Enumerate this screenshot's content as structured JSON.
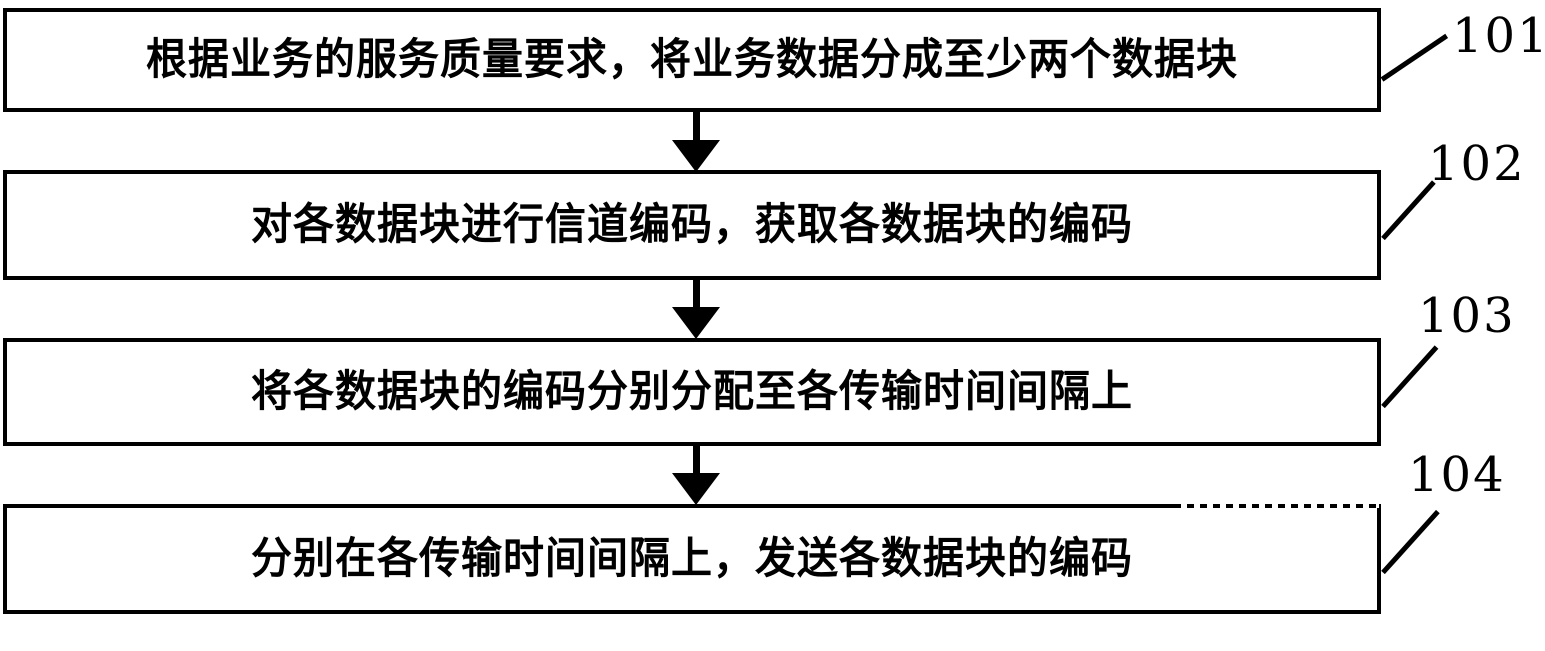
{
  "diagram": {
    "type": "flowchart",
    "title": "",
    "orientation": "vertical",
    "steps": [
      {
        "ref": "101",
        "text": "根据业务的服务质量要求，将业务数据分成至少两个数据块"
      },
      {
        "ref": "102",
        "text": "对各数据块进行信道编码，获取各数据块的编码"
      },
      {
        "ref": "103",
        "text": "将各数据块的编码分别分配至各传输时间间隔上"
      },
      {
        "ref": "104",
        "text": "分别在各传输时间间隔上，发送各数据块的编码"
      }
    ],
    "connectors": [
      {
        "from": "101",
        "to": "102",
        "style": "arrow-down"
      },
      {
        "from": "102",
        "to": "103",
        "style": "arrow-down"
      },
      {
        "from": "103",
        "to": "104",
        "style": "arrow-down"
      }
    ],
    "colors": {
      "stroke": "#000000",
      "fill": "#ffffff",
      "text": "#000000"
    }
  }
}
